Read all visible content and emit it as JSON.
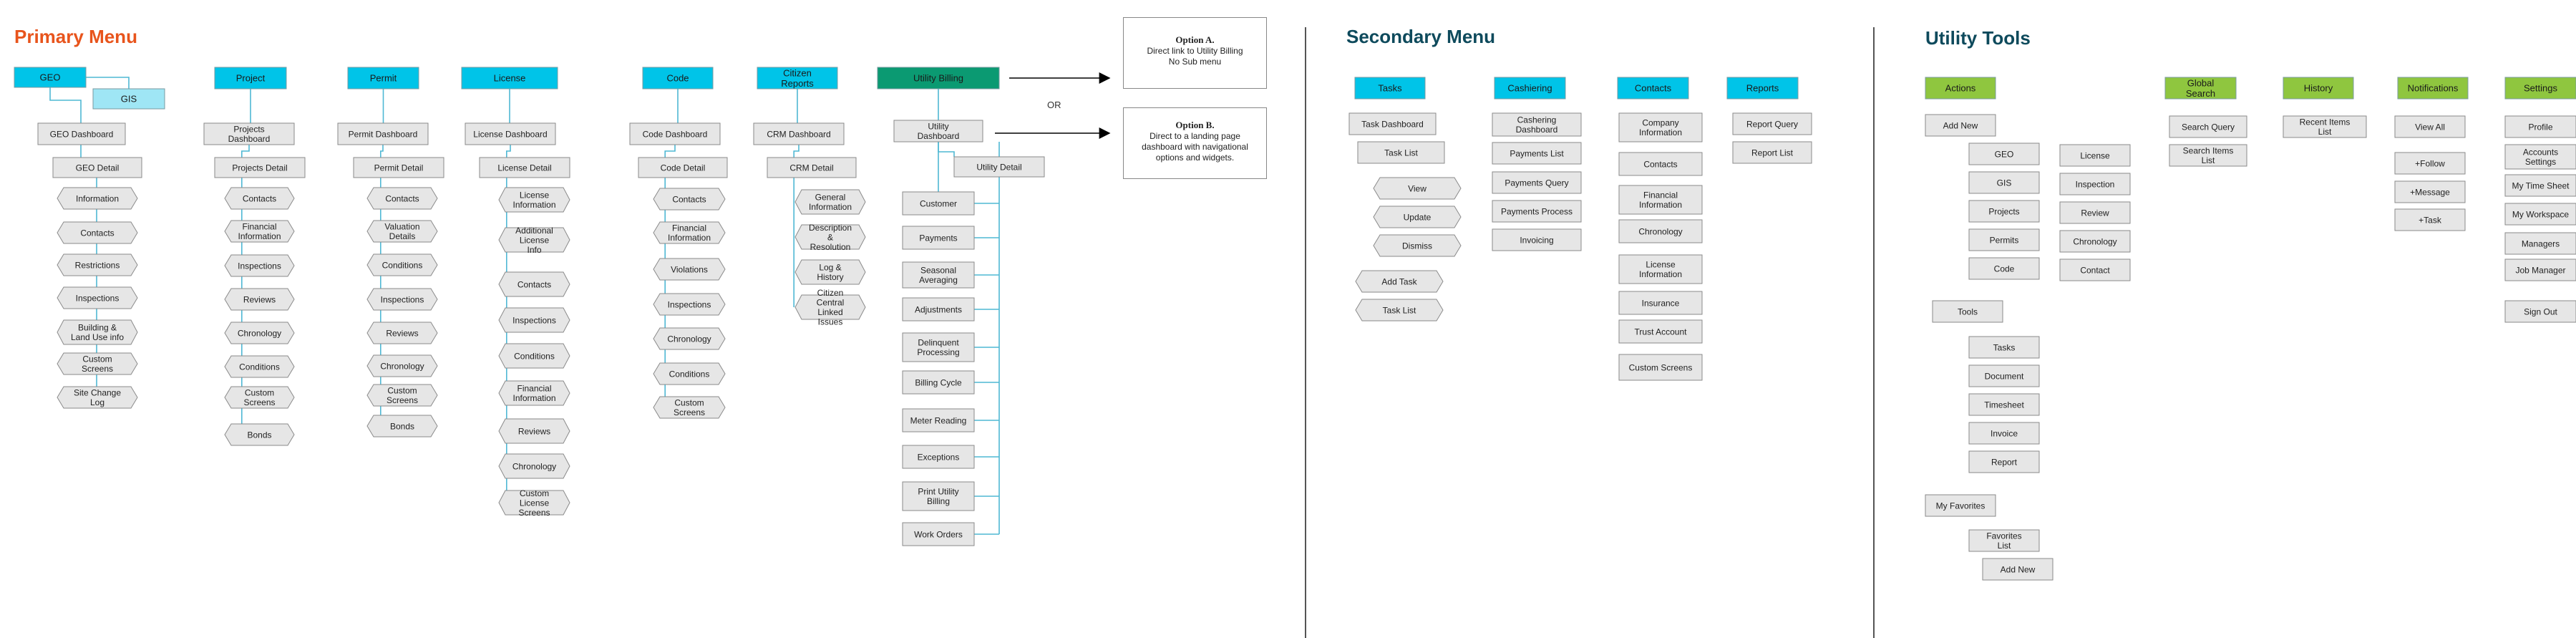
{
  "titles": {
    "primary": "Primary  Menu",
    "secondary": "Secondary Menu",
    "utility": "Utility Tools"
  },
  "colors": {
    "primary_title": "#e8541c",
    "section_title": "#0e4a5c",
    "cyan": "#00c4e8",
    "light_cyan": "#9fe6f5",
    "green_header": "#0b9a72",
    "lime": "#8fc63f",
    "box_fill": "#e6e6e6",
    "box_border": "#8a8a8a",
    "line": "#4fb8d4"
  },
  "options": {
    "or_label": "OR",
    "a": {
      "title": "Option A.",
      "lines": [
        "Direct link to Utility Billing",
        "No Sub menu"
      ]
    },
    "b": {
      "title": "Option B.",
      "lines": [
        "Direct to a landing page",
        "dashboard with navigational",
        "options and widgets."
      ]
    }
  },
  "primary": {
    "headers": {
      "geo": "GEO",
      "gis": "GIS",
      "project": "Project",
      "permit": "Permit",
      "license": "License",
      "code": "Code",
      "citizen": "Citizen Reports",
      "utility": "Utility Billing"
    },
    "geo": {
      "dashboard": "GEO Dashboard",
      "detail": "GEO Detail",
      "items": [
        "Information",
        "Contacts",
        "Restrictions",
        "Inspections",
        "Building & Land Use info",
        "Custom Screens",
        "Site Change Log"
      ]
    },
    "project": {
      "dashboard": "Projects Dashboard",
      "detail": "Projects Detail",
      "items": [
        "Contacts",
        "Financial Information",
        "Inspections",
        "Reviews",
        "Chronology",
        "Conditions",
        "Custom Screens",
        "Bonds"
      ]
    },
    "permit": {
      "dashboard": "Permit Dashboard",
      "detail": "Permit Detail",
      "items": [
        "Contacts",
        "Valuation Details",
        "Conditions",
        "Inspections",
        "Reviews",
        "Chronology",
        "Custom Screens",
        "Bonds"
      ]
    },
    "license": {
      "dashboard": "License Dashboard",
      "detail": "License Detail",
      "items": [
        "License Information",
        "Additional License Info",
        "Contacts",
        "Inspections",
        "Conditions",
        "Financial Information",
        "Reviews",
        "Chronology",
        "Custom License Screens"
      ]
    },
    "code": {
      "dashboard": "Code Dashboard",
      "detail": "Code Detail",
      "items": [
        "Contacts",
        "Financial Information",
        "Violations",
        "Inspections",
        "Chronology",
        "Conditions",
        "Custom Screens"
      ]
    },
    "citizen": {
      "dashboard": "CRM Dashboard",
      "detail": "CRM Detail",
      "items": [
        "General Information",
        "Description & Resolution",
        "Log & History",
        "Citizen Central Linked Issues"
      ]
    },
    "utility": {
      "dashboard": "Utility Dashboard",
      "detail": "Utility Detail",
      "items": [
        "Customer",
        "Payments",
        "Seasonal Averaging",
        "Adjustments",
        "Delinquent Processing",
        "Billing Cycle",
        "Meter Reading",
        "Exceptions",
        "Print Utility Billing",
        "Work Orders"
      ]
    }
  },
  "secondary": {
    "headers": {
      "tasks": "Tasks",
      "cashiering": "Cashiering",
      "contacts": "Contacts",
      "reports": "Reports"
    },
    "tasks": {
      "items": [
        "Task Dashboard",
        "Task List"
      ],
      "actions": [
        "View",
        "Update",
        "Dismiss"
      ],
      "extra": [
        "Add Task",
        "Task List"
      ]
    },
    "cashiering": {
      "items": [
        "Cashering Dashboard",
        "Payments List",
        "Payments Query",
        "Payments Process",
        "Invoicing"
      ]
    },
    "contacts": {
      "items": [
        "Company Information",
        "Contacts",
        "Financial Information",
        "Chronology",
        "License Information",
        "Insurance",
        "Trust Account",
        "Custom Screens"
      ]
    },
    "reports": {
      "items": [
        "Report Query",
        "Report List"
      ]
    }
  },
  "utility_tools": {
    "headers": {
      "actions": "Actions",
      "global_search": "Global Search",
      "history": "History",
      "notifications": "Notifications",
      "settings": "Settings"
    },
    "actions": {
      "add_new": "Add New",
      "add_col1": [
        "GEO",
        "GIS",
        "Projects",
        "Permits",
        "Code"
      ],
      "add_col2": [
        "License",
        "Inspection",
        "Review",
        "Chronology",
        "Contact"
      ],
      "tools": "Tools",
      "tools_items": [
        "Tasks",
        "Document",
        "Timesheet",
        "Invoice",
        "Report"
      ],
      "favorites": "My Favorites",
      "fav_items": [
        "Favorites List",
        "Add New"
      ]
    },
    "global_search": {
      "items": [
        "Search Query",
        "Search Items List"
      ]
    },
    "history": {
      "items": [
        "Recent Items List"
      ]
    },
    "notifications": {
      "items": [
        "View All",
        "+Follow",
        "+Message",
        "+Task"
      ]
    },
    "settings": {
      "items": [
        "Profile",
        "Accounts Settings",
        "My Time Sheet",
        "My Workspace",
        "Managers",
        "Job Manager",
        "Sign Out"
      ]
    }
  }
}
